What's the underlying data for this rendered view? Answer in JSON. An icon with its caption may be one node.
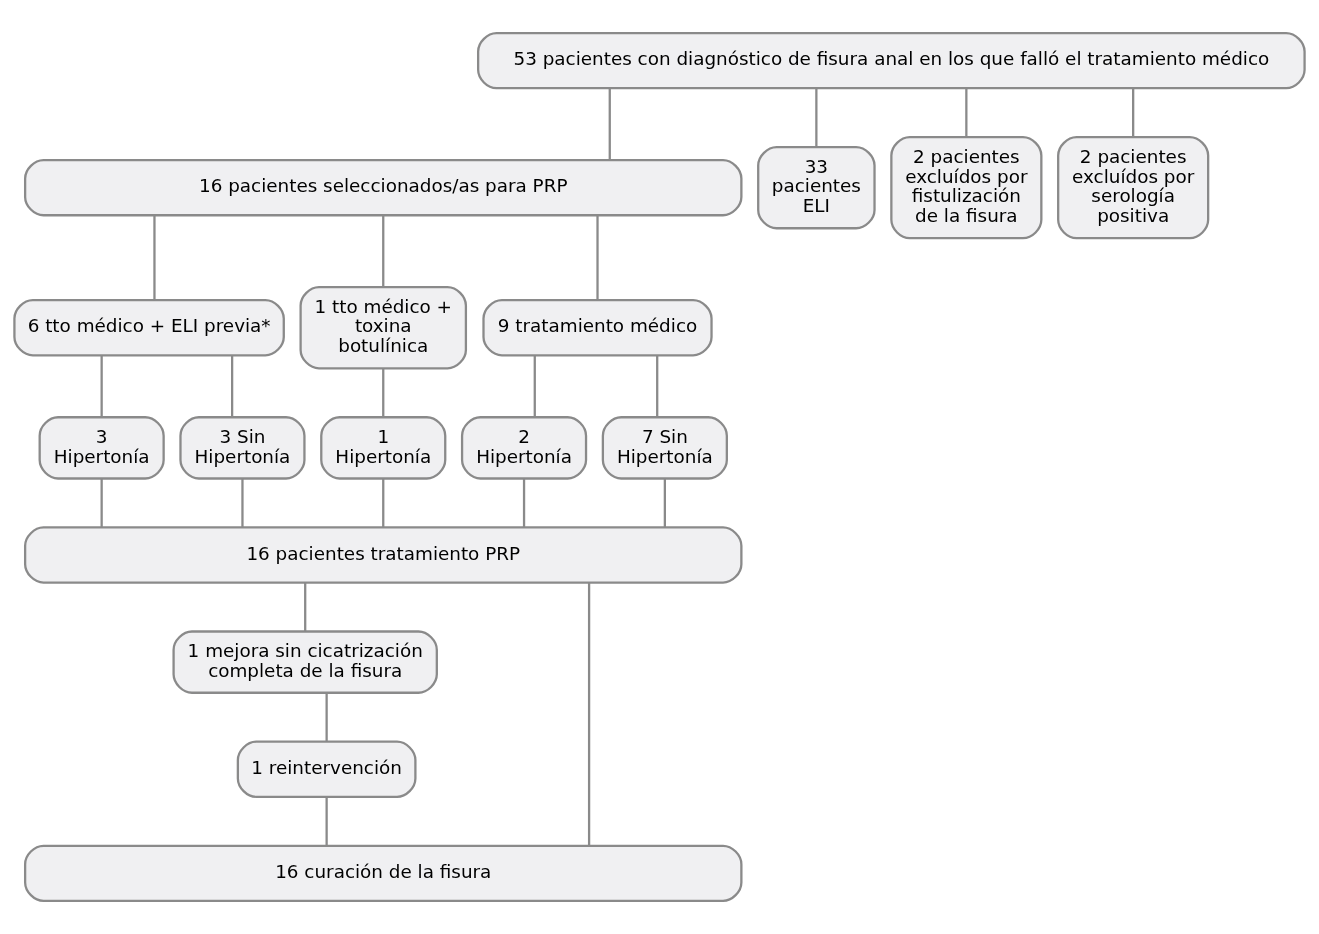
{
  "diagram": {
    "nodes": [
      {
        "text": [
          "53 pacientes con diagnóstico de fisura anal en los que falló el tratamiento médico"
        ]
      },
      {
        "text": [
          "16 pacientes seleccionados/as para PRP"
        ]
      },
      {
        "text": [
          "33 pacientes ELI"
        ]
      },
      {
        "text": [
          "2 pacientes excluídos por fistulización de la fisura"
        ]
      },
      {
        "text": [
          "2 pacientes excluídos por serología positiva"
        ]
      },
      {
        "text": [
          "6 tto médico + ELI previa*"
        ]
      },
      {
        "text": [
          "1 tto médico + toxina botulínica"
        ]
      },
      {
        "text": [
          "9 tratamiento médico"
        ]
      },
      {
        "text": [
          "3 Hipertonía"
        ]
      },
      {
        "text": [
          "3 Sin Hipertonía"
        ]
      },
      {
        "text": [
          "1 Hipertonía"
        ]
      },
      {
        "text": [
          "2 Hipertonía"
        ]
      },
      {
        "text": [
          "7 Sin Hipertonía"
        ]
      },
      {
        "text": [
          "16 pacientes tratamiento PRP"
        ]
      },
      {
        "text": [
          "1 mejora sin cicatrización completa de la fisura"
        ]
      },
      {
        "text": [
          "1 reintervención"
        ]
      },
      {
        "text": [
          "16 curación de la fisura"
        ]
      }
    ],
    "edges": [
      {
        "from": 0,
        "to": 1,
        "arrow": "none"
      },
      {
        "from": 0,
        "to": 2,
        "arrow": "none"
      },
      {
        "from": 0,
        "to": 3,
        "arrow": "none"
      },
      {
        "from": 0,
        "to": 4,
        "arrow": "none"
      },
      {
        "from": 1,
        "to": 5,
        "arrow": "none"
      },
      {
        "from": 1,
        "to": 6,
        "arrow": "none"
      },
      {
        "from": 1,
        "to": 7,
        "arrow": "none"
      },
      {
        "from": 5,
        "to": 8,
        "arrow": "none"
      },
      {
        "from": 5,
        "to": 9,
        "arrow": "none"
      },
      {
        "from": 6,
        "to": 10,
        "arrow": "none"
      },
      {
        "from": 7,
        "to": 11,
        "arrow": "none"
      },
      {
        "from": 7,
        "to": 12,
        "arrow": "none"
      },
      {
        "from": 8,
        "to": 13,
        "arrow": "none"
      },
      {
        "from": 9,
        "to": 13,
        "arrow": "none"
      },
      {
        "from": 10,
        "to": 13,
        "arrow": "none"
      },
      {
        "from": 11,
        "to": 13,
        "arrow": "none"
      },
      {
        "from": 12,
        "to": 13,
        "arrow": "none"
      },
      {
        "from": 13,
        "to": 14,
        "arrow": "none"
      },
      {
        "from": 14,
        "to": 15,
        "arrow": "none"
      },
      {
        "from": 15,
        "to": 16,
        "arrow": "none"
      },
      {
        "from": 13,
        "to": 16,
        "arrow": "none"
      }
    ]
  }
}
